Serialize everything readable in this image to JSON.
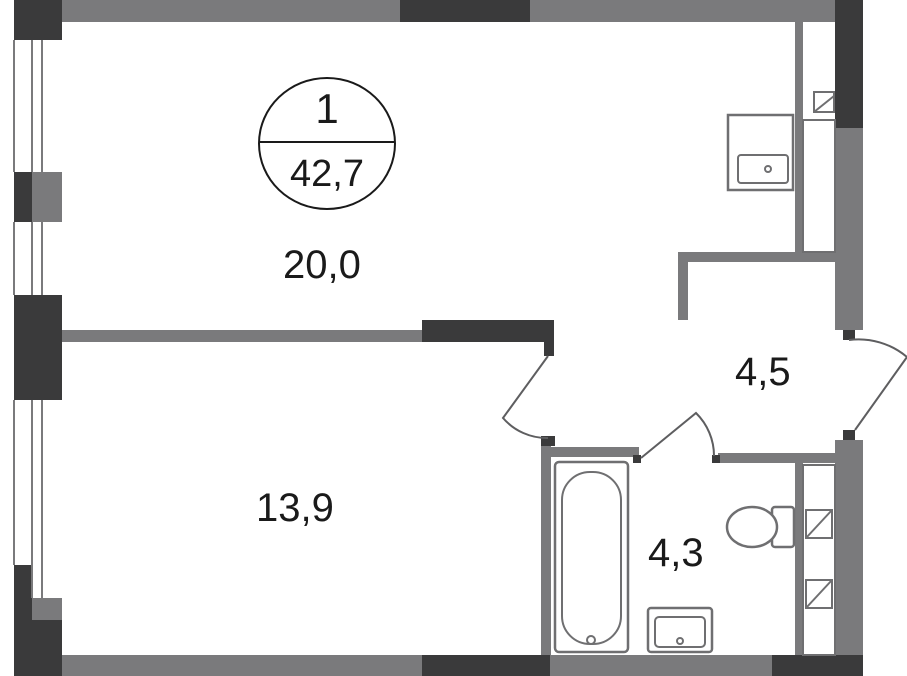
{
  "unit": {
    "rooms_count": "1",
    "total_area": "42,7"
  },
  "rooms": {
    "living_room": "20,0",
    "bedroom": "13,9",
    "hallway": "4,5",
    "bathroom": "4,3"
  }
}
